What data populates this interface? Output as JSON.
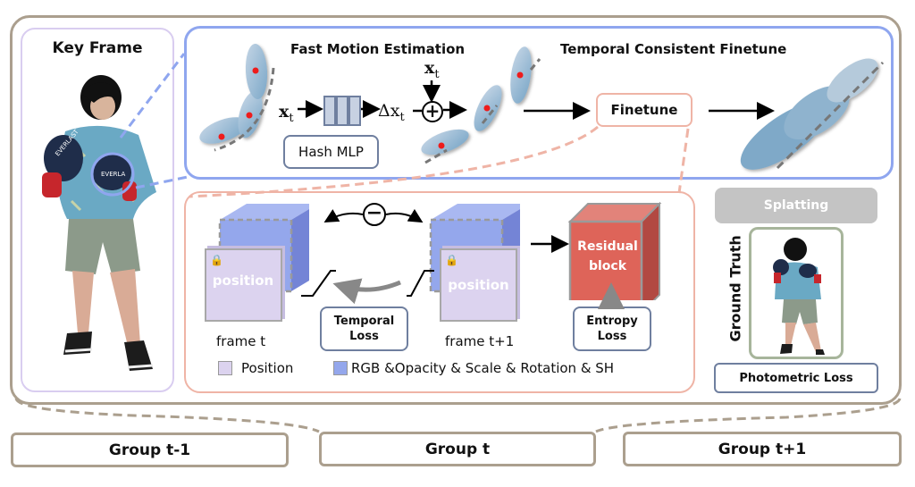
{
  "colors": {
    "group_border": "#ab9f8e",
    "key_frame_border": "#d9cdf0",
    "motion_border": "#8fa6ef",
    "finetune_border": "#efb4a6",
    "loss_border": "#6f7f9f",
    "gt_border": "#a7b59b",
    "splatting_fill": "#c4c4c4",
    "position_fill": "#dcd3ef",
    "attr_fill": "#94a7ec",
    "residual_fill": "#de6459",
    "ellipse_fill": "#8fb3ce",
    "point_red": "#ee1c1c"
  },
  "key_frame": {
    "title": "Key Frame",
    "image_alt": "person in boxing stance wearing blue shirt and boxing gloves"
  },
  "motion": {
    "title": "Fast Motion Estimation",
    "input_var": "x",
    "input_sub": "t",
    "delta_var": "Δx",
    "delta_sub": "t",
    "add_input_var": "x",
    "add_input_sub": "t",
    "hash_mlp_label": "Hash MLP",
    "plus_symbol": "+"
  },
  "finetune_section": {
    "title": "Temporal Consistent Finetune",
    "finetune_label": "Finetune"
  },
  "detail": {
    "minus_symbol": "−",
    "frame_t_position": "position",
    "frame_t_label": "frame t",
    "frame_t1_position": "position",
    "frame_t1_label": "frame t+1",
    "temporal_loss_label": "Temporal Loss",
    "residual_label": "Residual block",
    "entropy_loss_label": "Entropy Loss",
    "legend": [
      {
        "label": "Position"
      },
      {
        "label": "RGB &Opacity & Scale & Rotation & SH"
      }
    ]
  },
  "right_panel": {
    "splatting_label": "Splatting",
    "ground_truth_label": "Ground Truth",
    "photometric_loss_label": "Photometric Loss"
  },
  "groups": [
    {
      "label": "Group t-1"
    },
    {
      "label": "Group t"
    },
    {
      "label": "Group t+1"
    }
  ]
}
